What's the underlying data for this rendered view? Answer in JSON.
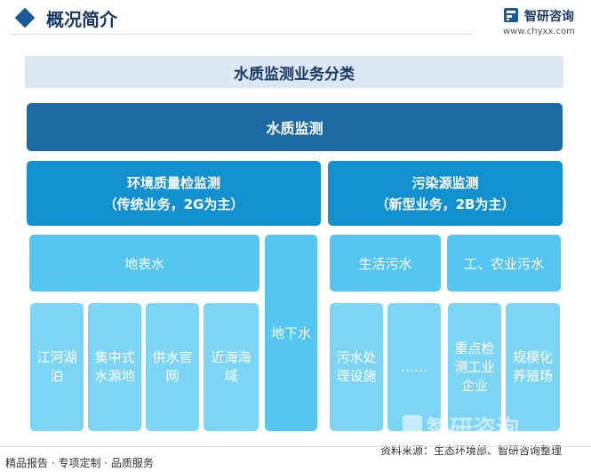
{
  "header": {
    "section_title": "概况简介",
    "logo_text": "智研咨询",
    "logo_url": "www.chyxx.com"
  },
  "banner_title": "水质监测业务分类",
  "diagram": {
    "root": "水质监测",
    "left": {
      "title": "环境质量检监测",
      "subtitle": "（传统业务，2G为主）",
      "surface": {
        "label": "地表水",
        "items": [
          "江河湖泊",
          "集中式水源地",
          "供水官网",
          "近海海域"
        ]
      },
      "ground": "地下水"
    },
    "right": {
      "title": "污染源监测",
      "subtitle": "（新型业务，2B为主）",
      "domestic": {
        "label": "生活污水",
        "items": [
          "污水处理设施",
          "……"
        ]
      },
      "industrial": {
        "label": "工、农业污水",
        "items": [
          "重点检测工业企业",
          "规模化养殖场"
        ]
      }
    }
  },
  "watermark": "智研咨询",
  "source": "资料来源：生态环境部、智研咨询整理",
  "footer": "精品报告 · 专项定制 · 品质服务"
}
